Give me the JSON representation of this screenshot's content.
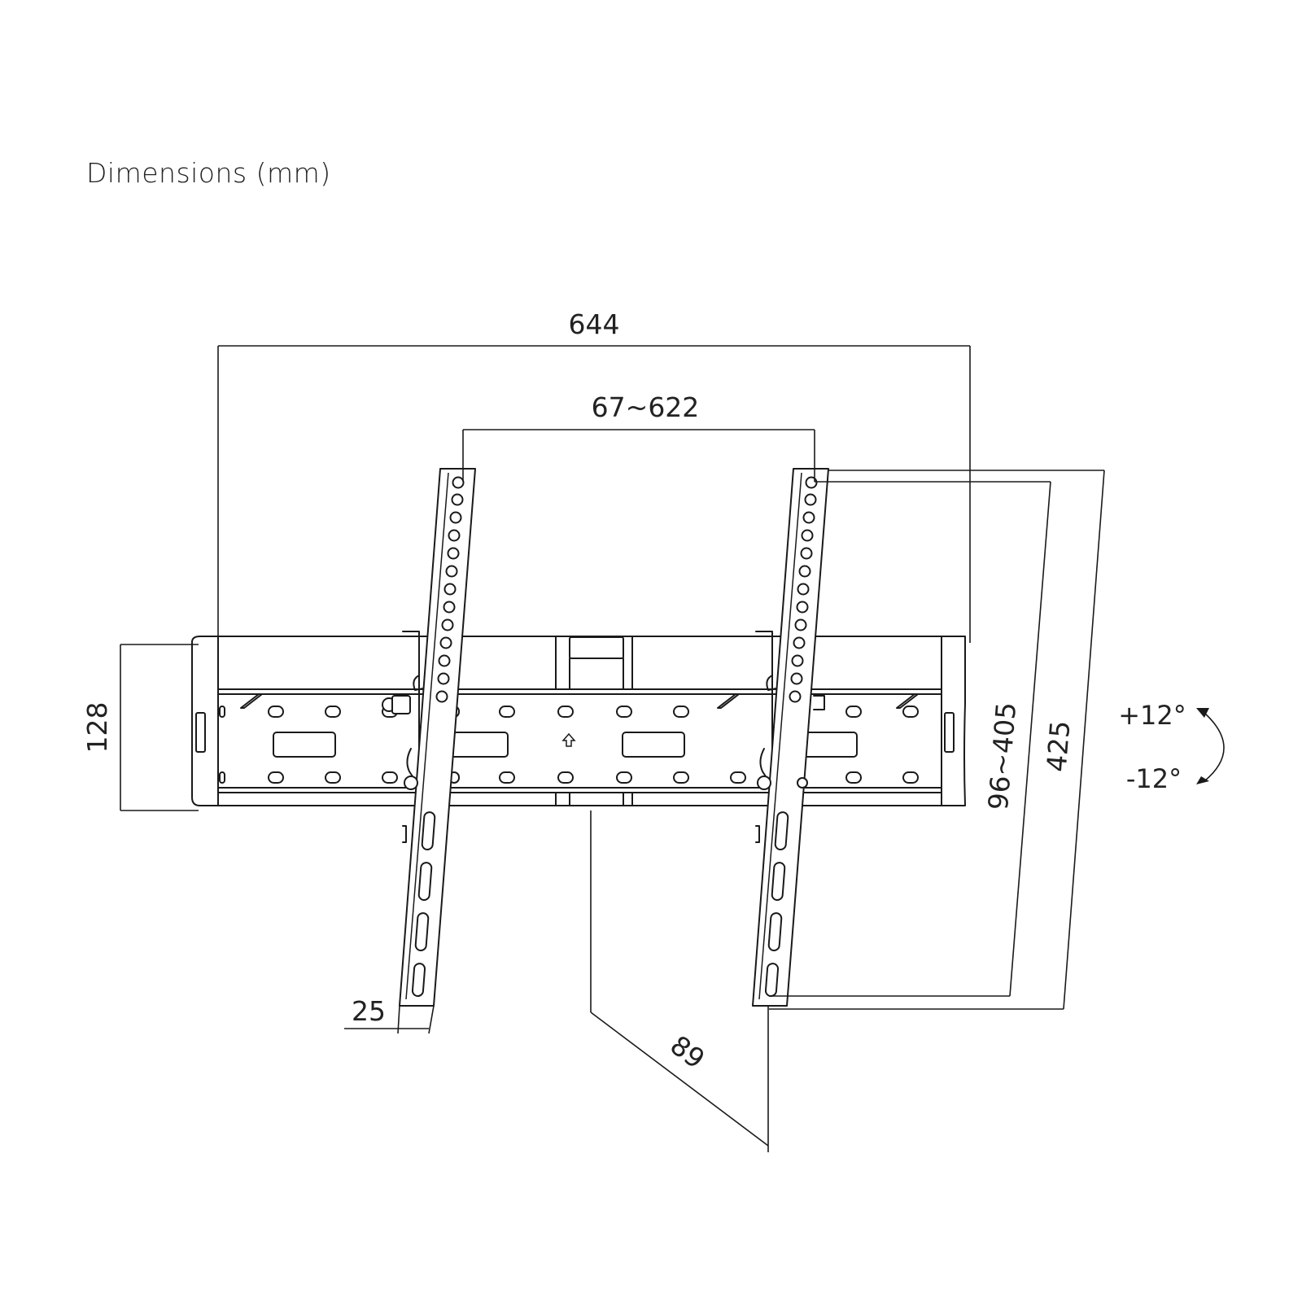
{
  "title": "Dimensions (mm)",
  "dimensions": {
    "overall_width": "644",
    "vesa_horizontal": "67~622",
    "height": "128",
    "vesa_vertical": "96~405",
    "arm_length": "425",
    "arm_width": "25",
    "depth": "89"
  },
  "tilt": {
    "up": "+12°",
    "down": "-12°"
  }
}
